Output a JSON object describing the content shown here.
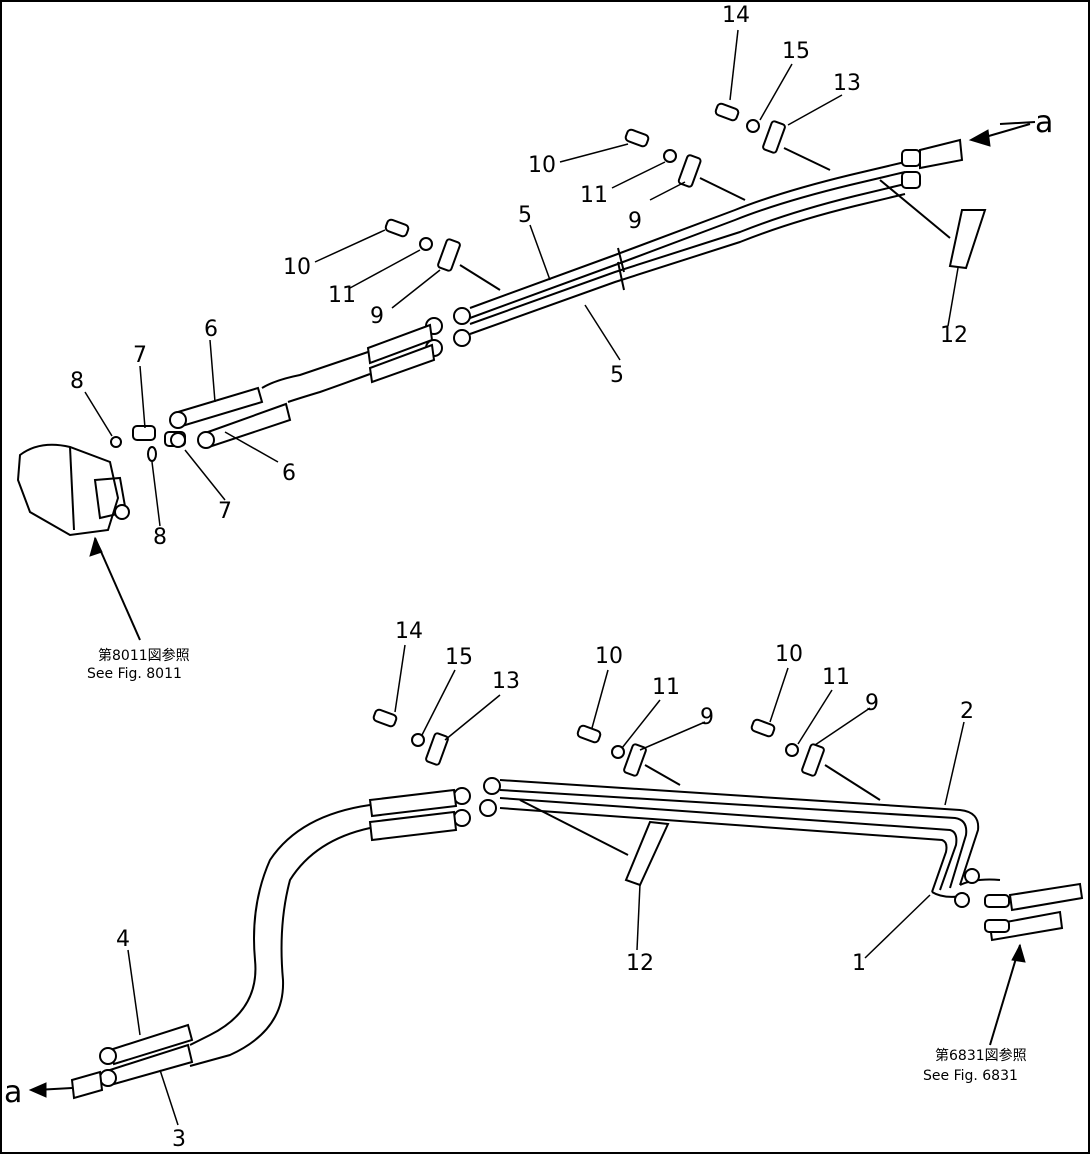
{
  "labels": {
    "p14_top": "14",
    "p15_top": "15",
    "p13_top": "13",
    "a_top": "a",
    "p10_top_a": "10",
    "p11_top_a": "11",
    "p9_top_a": "9",
    "p5_top": "5",
    "p10_top_b": "10",
    "p11_top_b": "11",
    "p9_top_b": "9",
    "p12_top": "12",
    "p6_top_a": "6",
    "p7_top_a": "7",
    "p8_top_a": "8",
    "p5_bot": "5",
    "p6_top_b": "6",
    "p7_top_b": "7",
    "p8_top_b": "8",
    "p14_bot": "14",
    "p15_bot": "15",
    "p13_bot": "13",
    "p10_bot_a": "10",
    "p11_bot_a": "11",
    "p9_bot_a": "9",
    "p10_bot_b": "10",
    "p11_bot_b": "11",
    "p9_bot_b": "9",
    "p2": "2",
    "p12_bot": "12",
    "p1": "1",
    "p4": "4",
    "p3": "3",
    "a_bot": "a"
  },
  "refs": {
    "fig8011_cjk": "第8011図参照",
    "fig8011_en": "See Fig. 8011",
    "fig6831_cjk": "第6831図参照",
    "fig6831_en": "See Fig. 6831"
  }
}
